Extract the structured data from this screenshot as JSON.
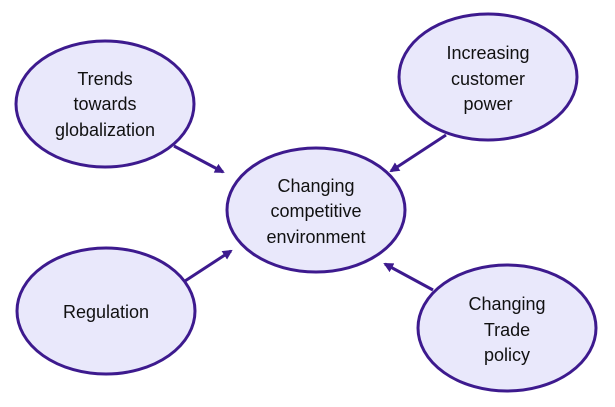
{
  "diagram": {
    "colors": {
      "node_fill": "#e9e8fb",
      "node_stroke": "#3d1a8e",
      "arrow": "#3d1a8e",
      "text": "#111111"
    },
    "center": {
      "id": "center",
      "lines": [
        "Changing",
        "competitive",
        "environment"
      ]
    },
    "factors": [
      {
        "id": "globalization",
        "lines": [
          "Trends",
          "towards",
          "globalization"
        ]
      },
      {
        "id": "customer-power",
        "lines": [
          "Increasing",
          "customer",
          "power"
        ]
      },
      {
        "id": "regulation",
        "lines": [
          "Regulation"
        ]
      },
      {
        "id": "trade-policy",
        "lines": [
          "Changing",
          "Trade",
          "policy"
        ]
      }
    ],
    "edges": [
      {
        "from": "globalization",
        "to": "center"
      },
      {
        "from": "customer-power",
        "to": "center"
      },
      {
        "from": "regulation",
        "to": "center"
      },
      {
        "from": "trade-policy",
        "to": "center"
      }
    ]
  }
}
